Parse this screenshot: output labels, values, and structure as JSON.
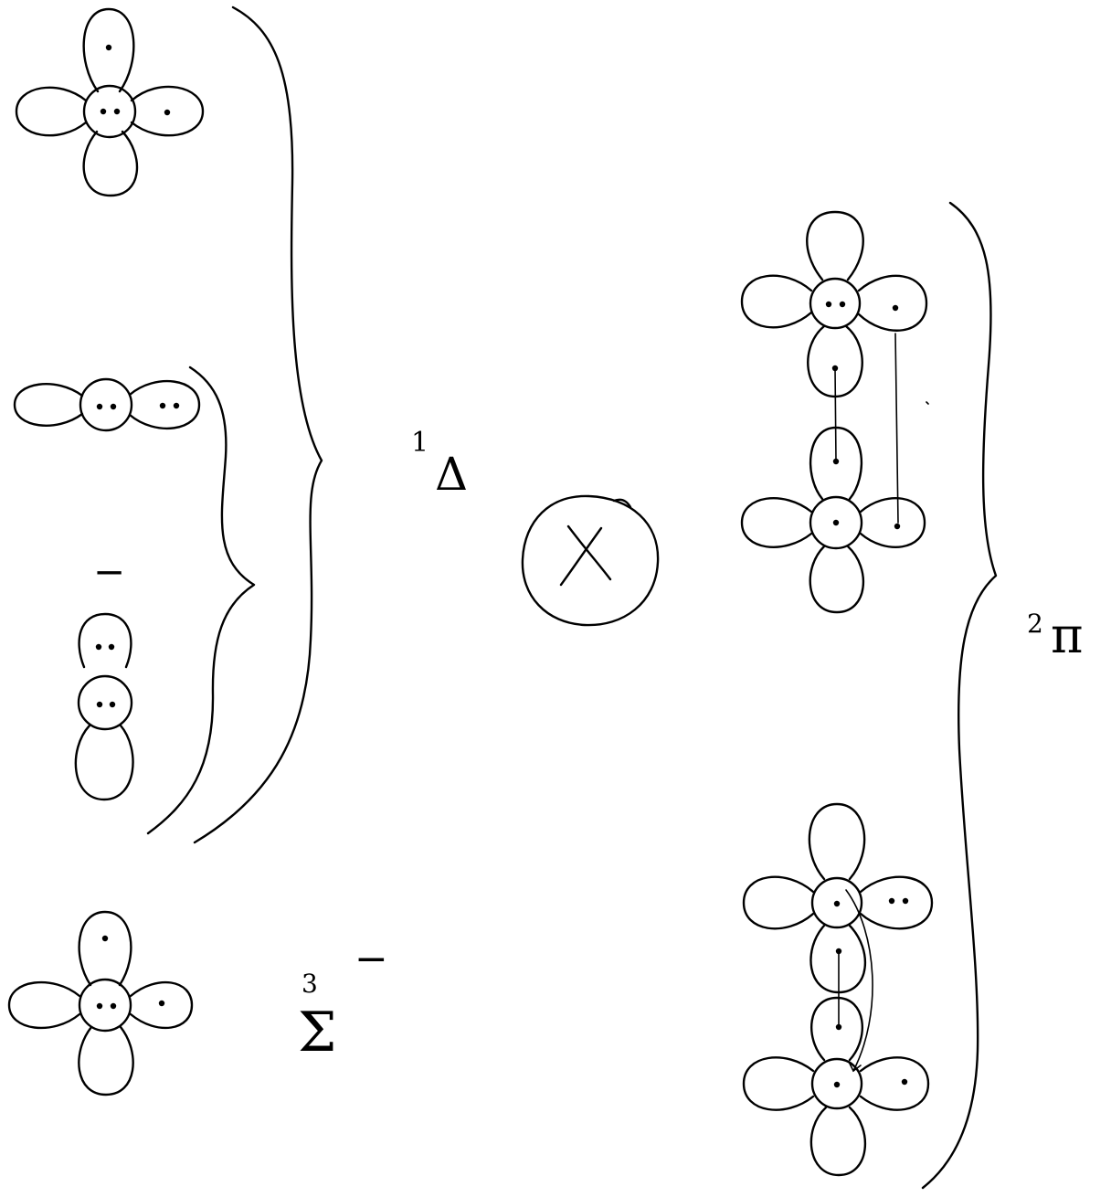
{
  "labels": {
    "singlet_delta": {
      "superscript": "1",
      "symbol": "Δ"
    },
    "triplet_sigma": {
      "superscript": "3",
      "symbol": "Σ",
      "sign": "−"
    },
    "doublet_pi": {
      "superscript": "2",
      "symbol": "π"
    },
    "bar_mark": "−"
  },
  "operator": {
    "symbol": "×",
    "name": "cross product",
    "shape": "circle-times"
  },
  "colors": {
    "ink": "#000000",
    "background": "#ffffff"
  }
}
